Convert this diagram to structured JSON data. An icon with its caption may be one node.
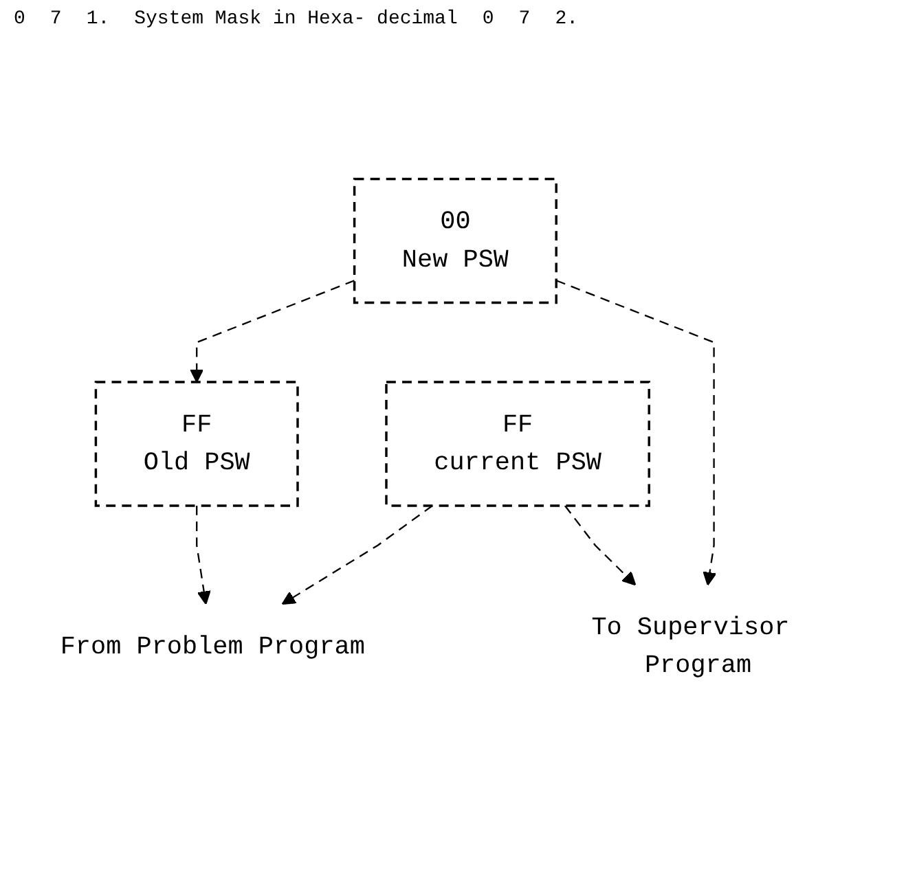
{
  "diagram": {
    "nodes": [
      {
        "text": [
          "FF",
          "Old PSW"
        ]
      },
      {
        "text": [
          "FF",
          "current PSW"
        ]
      },
      {
        "text": [
          "00",
          "New PSW"
        ]
      },
      {
        "text": [
          "From Problem Program"
        ]
      },
      {
        "text": [
          "To Supervisor Program"
        ]
      }
    ],
    "edges": [
      {
        "from": 0,
        "to": 3,
        "arrow": "to",
        "style": "dashed"
      },
      {
        "from": 1,
        "to": 3,
        "arrow": "to",
        "style": "dashed"
      },
      {
        "from": 2,
        "to": 0,
        "arrow": "to",
        "style": "dashed"
      },
      {
        "from": 2,
        "to": 4,
        "arrow": "to",
        "style": "dashed"
      },
      {
        "from": 1,
        "to": 4,
        "arrow": "to",
        "style": "dashed"
      }
    ],
    "labels": [
      "0",
      "7",
      "1.",
      "System Mask in Hexa- decimal",
      "0",
      "7",
      "2."
    ]
  }
}
